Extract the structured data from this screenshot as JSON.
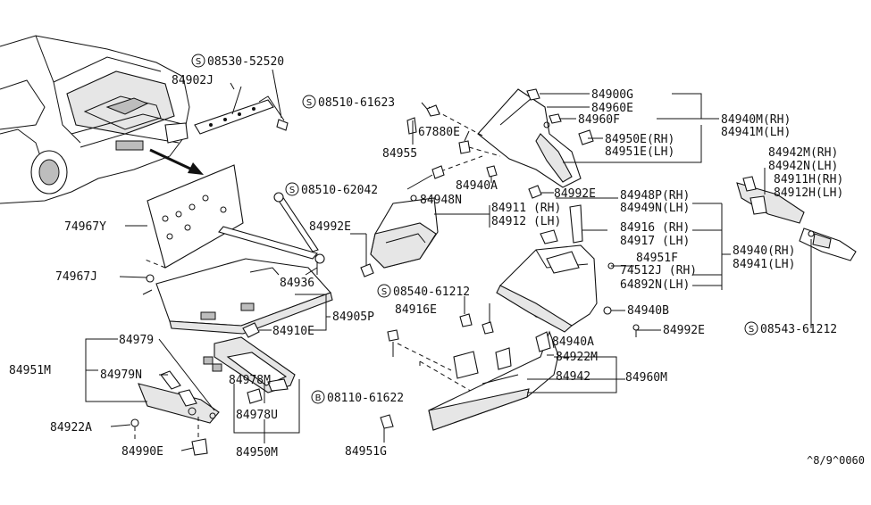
{
  "labels": {
    "p08530_52520": "08530-52520",
    "p84902j": "84902J",
    "p08510_61623": "08510-61623",
    "p84900g": "84900G",
    "p84960e": "84960E",
    "p84960f": "84960F",
    "p84940m_rh": "84940M(RH)",
    "p84941m_lh": "84941M(LH)",
    "p67880e": "67880E",
    "p84950e_rh": "84950E(RH)",
    "p84951e_lh": "84951E(LH)",
    "p84955": "84955",
    "p84942m_rh": "84942M(RH)",
    "p84942n_lh": "84942N(LH)",
    "p84911h_rh": "84911H(RH)",
    "p84912h_lh": "84912H(LH)",
    "p84940a_top": "84940A",
    "p84992e_top": "84992E",
    "p84948p_rh": "84948P(RH)",
    "p84949n_lh": "84949N(LH)",
    "p08510_62042": "08510-62042",
    "p84948n": "84948N",
    "p84911_rh": "84911 (RH)",
    "p84912_lh": "84912 (LH)",
    "p84916_rh": "84916 (RH)",
    "p84917_lh": "84917 (LH)",
    "p74967y": "74967Y",
    "p84992e_mid": "84992E",
    "p84940_rh": "84940(RH)",
    "p84941_lh": "84941(LH)",
    "p84951f": "84951F",
    "p74512j_rh": "74512J (RH)",
    "p64892n_lh": "64892N(LH)",
    "p74967j": "74967J",
    "p84936": "84936",
    "p08540_61212": "08540-61212",
    "p84916e": "84916E",
    "p84905p": "84905P",
    "p84910e": "84910E",
    "p84940b": "84940B",
    "p84992e_right": "84992E",
    "p08543_61212": "08543-61212",
    "p84979": "84979",
    "p84940a_mid": "84940A",
    "p84922m": "84922M",
    "p84951m": "84951M",
    "p84979n": "84979N",
    "p84942": "84942",
    "p84960m": "84960M",
    "p84978m": "84978M",
    "p08110_61622": "08110-61622",
    "p84978u": "84978U",
    "p84922a": "84922A",
    "p84990e": "84990E",
    "p84950m": "84950M",
    "p84951g": "84951G",
    "footer_code": "^8/9^0060"
  },
  "symbols": {
    "screw": "S",
    "bolt": "B"
  }
}
